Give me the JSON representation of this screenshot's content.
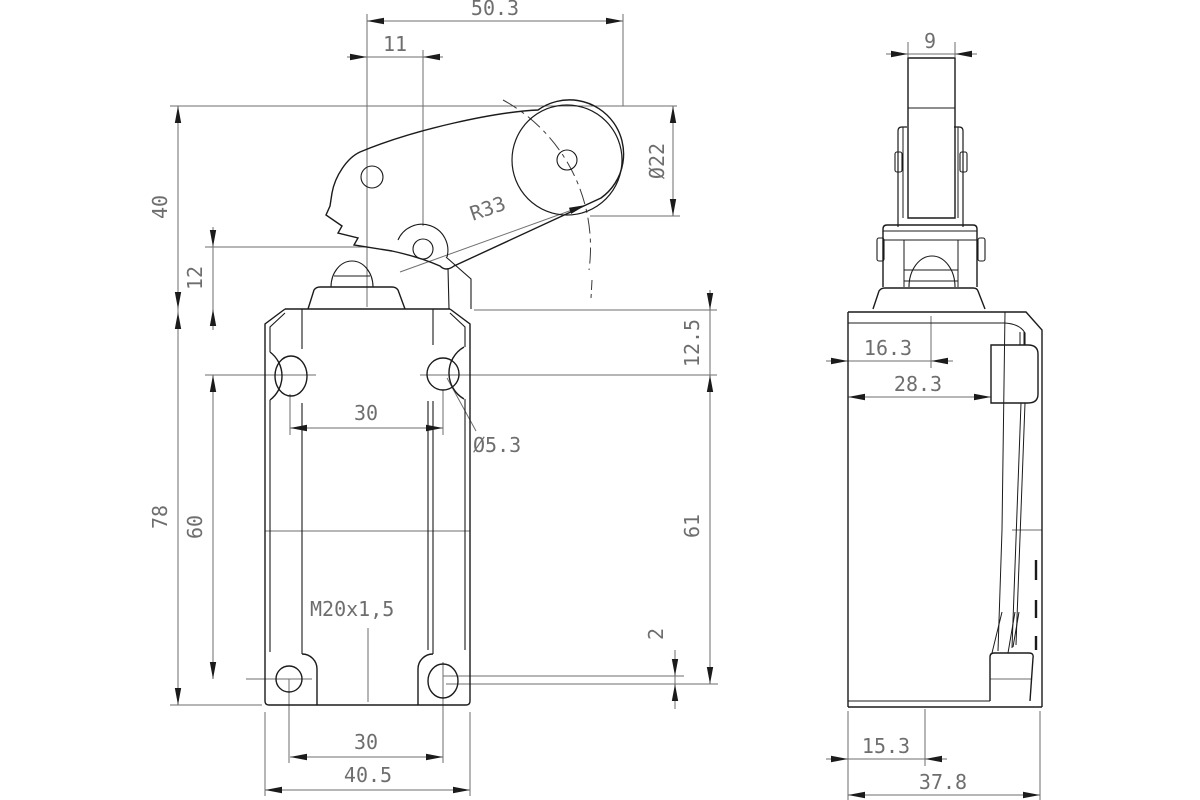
{
  "drawing": {
    "type": "technical-dimension-drawing",
    "subject": "limit switch with roller lever, front and side views",
    "colors": {
      "object_line": "#1b1b1b",
      "dimension_line": "#6e6e6e",
      "background": "#ffffff"
    },
    "front_view": {
      "overall_width": "50.3",
      "roller_offset": "11",
      "lever_top_height": "40",
      "pretravel": "12",
      "body_height": "78",
      "hole_span_vertical": "60",
      "hole_span_top": "30",
      "hole_diameter": "Ø5.3",
      "action_radius": "R33",
      "roller_diameter": "Ø22",
      "head_height": "12.5",
      "lower_height": "61",
      "slot_offset": "2",
      "conduit_thread": "M20x1,5",
      "hole_span_bottom": "30",
      "body_width": "40.5"
    },
    "side_view": {
      "roller_width": "9",
      "plunger_offset": "16.3",
      "head_depth": "28.3",
      "conduit_offset": "15.3",
      "body_depth": "37.8"
    }
  }
}
